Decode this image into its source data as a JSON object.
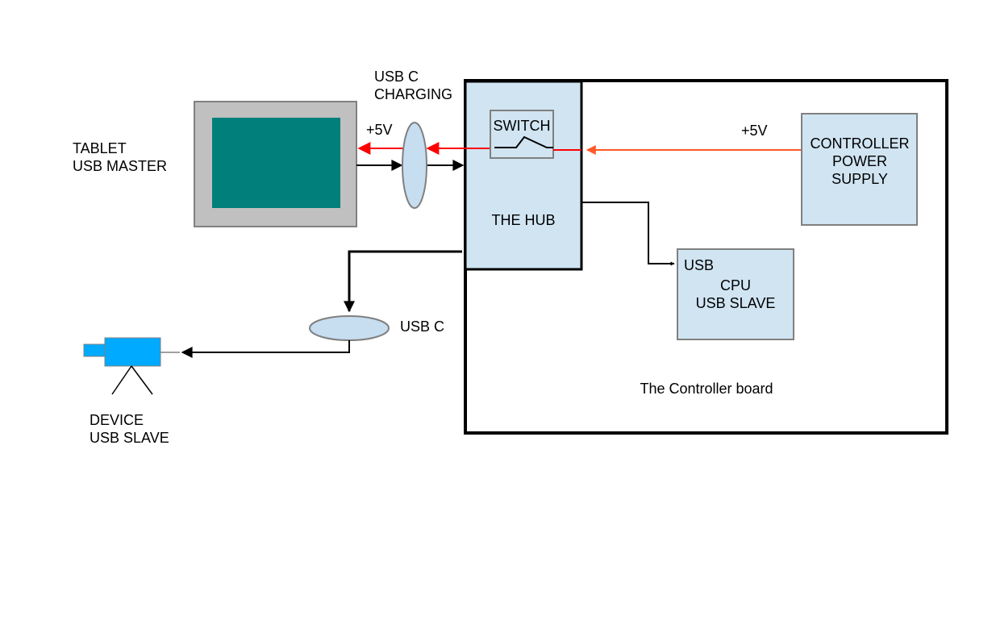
{
  "labels": {
    "tablet_line1": "TABLET",
    "tablet_line2": "USB MASTER",
    "usb_c_charging_line1": "USB C",
    "usb_c_charging_line2": "CHARGING",
    "plus5v_left": "+5V",
    "switch": "SWITCH",
    "hub": "THE HUB",
    "plus5v_right": "+5V",
    "power_supply_line1": "CONTROLLER",
    "power_supply_line2": "POWER",
    "power_supply_line3": "SUPPLY",
    "cpu_usb_port": "USB",
    "cpu_line1": "CPU",
    "cpu_line2": "USB SLAVE",
    "usb_c": "USB C",
    "controller_board": "The Controller board",
    "device_line1": "DEVICE",
    "device_line2": "USB SLAVE"
  },
  "colors": {
    "box_fill": "#d0e4f2",
    "box_stroke": "#808080",
    "tablet_frame": "#c0c0c0",
    "tablet_screen": "#007f7b",
    "power_line": "#ff5a28",
    "power_arrow": "#ff0000",
    "camera_body": "#00aaff",
    "connector_fill": "#c7ddf0"
  }
}
